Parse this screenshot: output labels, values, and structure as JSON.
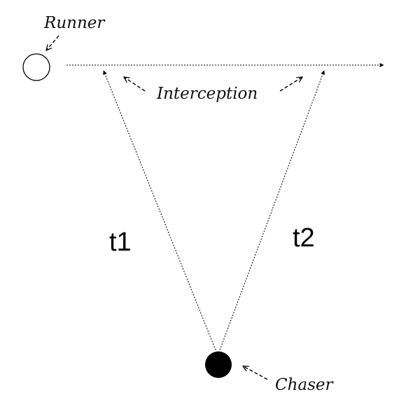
{
  "labels": {
    "runner": "Runner",
    "interception": "Interception",
    "chaser": "Chaser",
    "path_1": "t1",
    "path_2": "t2"
  },
  "colors": {
    "ink": "#000000",
    "background": "#ffffff"
  }
}
